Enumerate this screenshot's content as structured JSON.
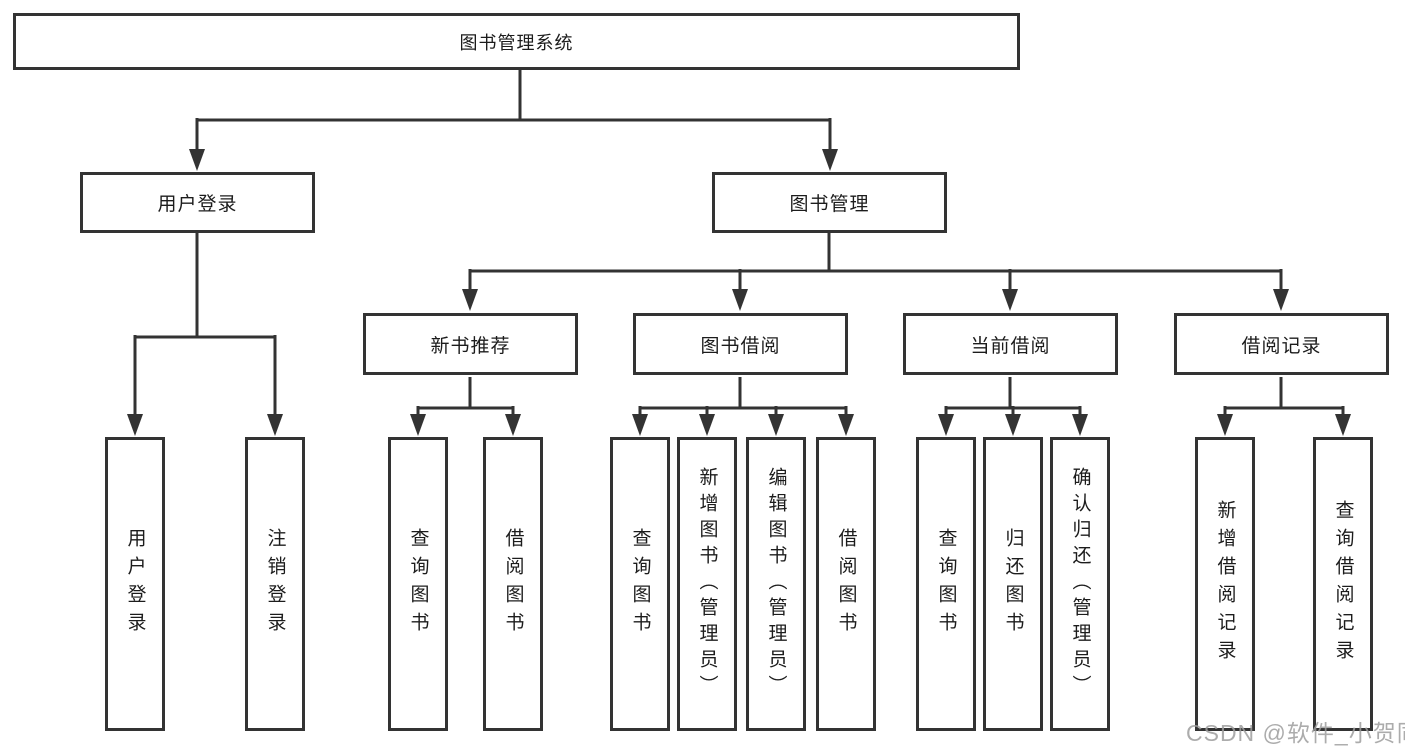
{
  "watermark": "CSDN @软件_小贺同学",
  "colors": {
    "line": "#333333",
    "box_border": "#333333",
    "text": "#1c1c1c",
    "watermark": "#9e9e9e",
    "background": "#ffffff"
  },
  "tree": {
    "label": "图书管理系统",
    "children": [
      {
        "label": "用户登录",
        "children": [
          {
            "label": "用户登录"
          },
          {
            "label": "注销登录"
          }
        ]
      },
      {
        "label": "图书管理",
        "children": [
          {
            "label": "新书推荐",
            "children": [
              {
                "label": "查询图书"
              },
              {
                "label": "借阅图书"
              }
            ]
          },
          {
            "label": "图书借阅",
            "children": [
              {
                "label": "查询图书"
              },
              {
                "label": "新增图书（管理员）"
              },
              {
                "label": "编辑图书（管理员）"
              },
              {
                "label": "借阅图书"
              }
            ]
          },
          {
            "label": "当前借阅",
            "children": [
              {
                "label": "查询图书"
              },
              {
                "label": "归还图书"
              },
              {
                "label": "确认归还（管理员）"
              }
            ]
          },
          {
            "label": "借阅记录",
            "children": [
              {
                "label": "新增借阅记录"
              },
              {
                "label": "查询借阅记录"
              }
            ]
          }
        ]
      }
    ]
  }
}
